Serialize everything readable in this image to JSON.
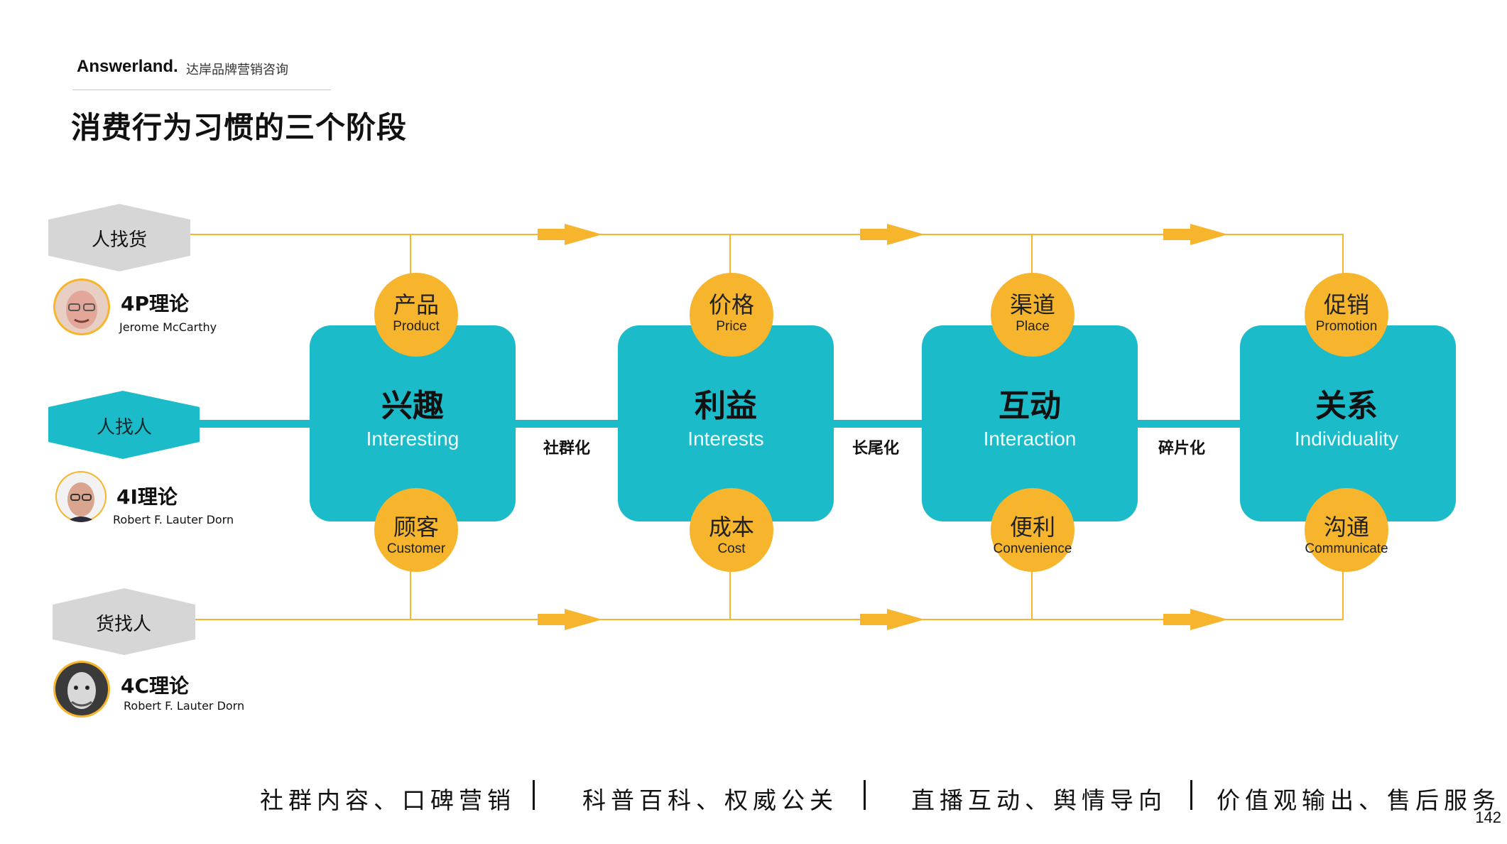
{
  "header": {
    "brand": "Answerland.",
    "brand_sub": "达岸品牌营销咨询",
    "title": "消费行为习惯的三个阶段"
  },
  "rows": [
    {
      "label": "人找货",
      "theory": "4P理论",
      "author": "Jerome McCarthy"
    },
    {
      "label": "人找人",
      "theory": "4I理论",
      "author": "Robert F. Lauter Dorn"
    },
    {
      "label": "货找人",
      "theory": "4C理论",
      "author": "Robert F. Lauter Dorn"
    }
  ],
  "stages": [
    {
      "zh": "兴趣",
      "en": "Interesting",
      "top": {
        "zh": "产品",
        "en": "Product"
      },
      "bottom": {
        "zh": "顾客",
        "en": "Customer"
      }
    },
    {
      "zh": "利益",
      "en": "Interests",
      "top": {
        "zh": "价格",
        "en": "Price"
      },
      "bottom": {
        "zh": "成本",
        "en": "Cost"
      }
    },
    {
      "zh": "互动",
      "en": "Interaction",
      "top": {
        "zh": "渠道",
        "en": "Place"
      },
      "bottom": {
        "zh": "便利",
        "en": "Convenience"
      }
    },
    {
      "zh": "关系",
      "en": "Individuality",
      "top": {
        "zh": "促销",
        "en": "Promotion"
      },
      "bottom": {
        "zh": "沟通",
        "en": "Communicate"
      }
    }
  ],
  "connectors": [
    "社群化",
    "长尾化",
    "碎片化"
  ],
  "footer": [
    "社群内容、口碑营销",
    "科普百科、权威公关",
    "直播互动、舆情导向",
    "价值观输出、售后服务"
  ],
  "page_number": "142",
  "colors": {
    "teal": "#1bbbc9",
    "orange": "#f6b52c",
    "gray": "#d6d6d6"
  }
}
